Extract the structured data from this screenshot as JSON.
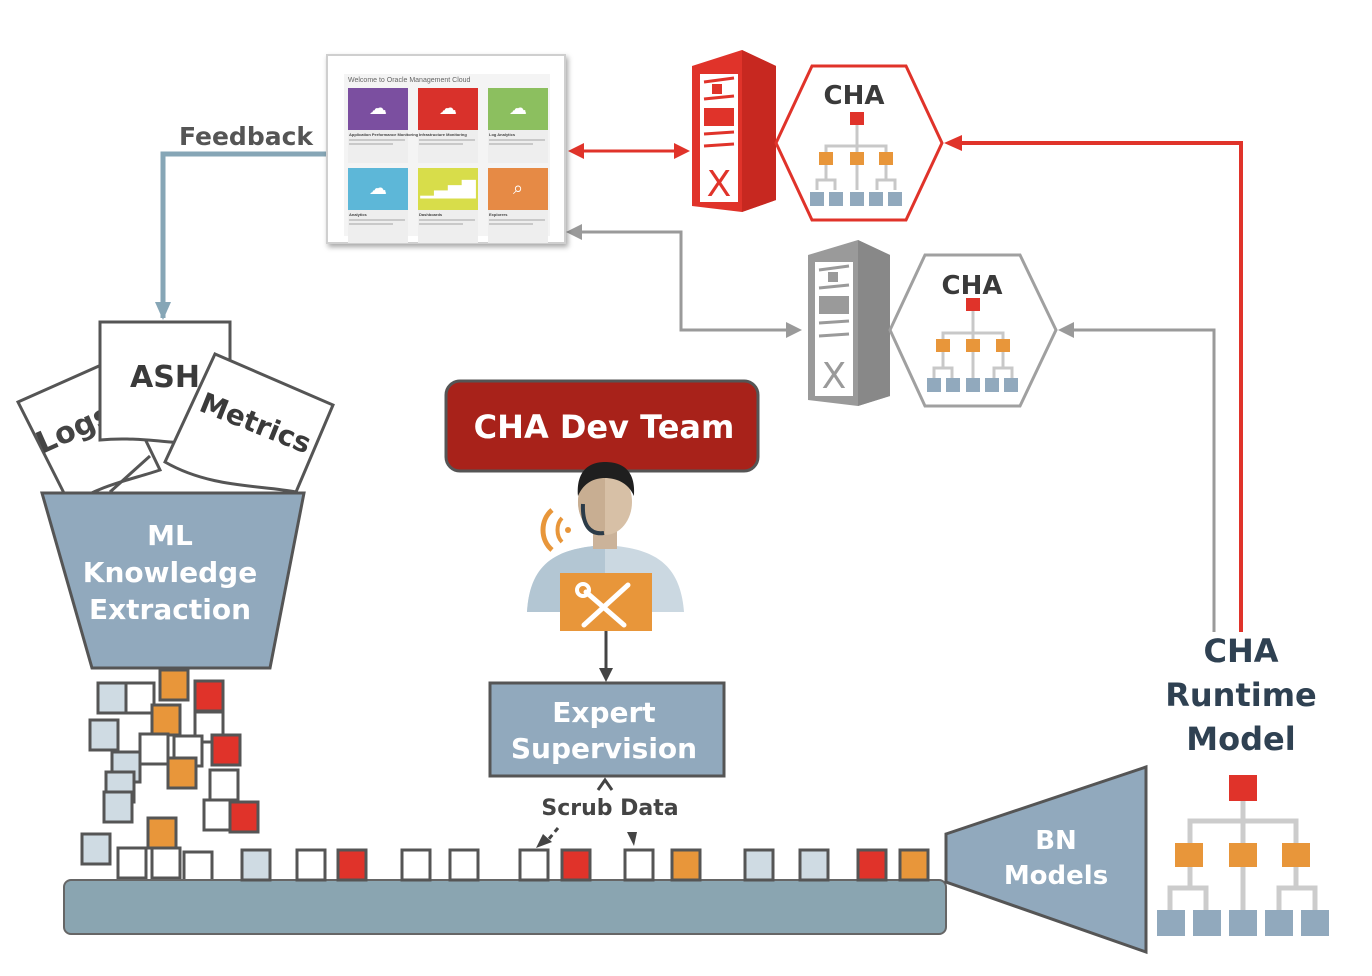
{
  "labels": {
    "feedback": "Feedback",
    "cha_top": "CHA",
    "cha_mid": "CHA",
    "dev_team": "CHA Dev Team",
    "expert_line1": "Expert",
    "expert_line2": "Supervision",
    "scrub_data": "Scrub Data",
    "ml_line1": "ML",
    "ml_line2": "Knowledge",
    "ml_line3": "Extraction",
    "bn_line1": "BN",
    "bn_line2": "Models",
    "runtime_line1": "CHA",
    "runtime_line2": "Runtime",
    "runtime_line3": "Model",
    "doc_logs": "Logs",
    "doc_ash": "ASH",
    "doc_metrics": "Metrics",
    "server_mark": "X"
  },
  "dashboard": {
    "title": "Welcome to Oracle Management Cloud",
    "tiles": [
      {
        "name": "Application Performance Monitoring",
        "color": "#7b4fa0",
        "icon": "cloud-upload-icon"
      },
      {
        "name": "Infrastructure Monitoring",
        "color": "#d9312b",
        "icon": "cloud-monitor-icon"
      },
      {
        "name": "Log Analytics",
        "color": "#8cbf5f",
        "icon": "cloud-log-icon"
      },
      {
        "name": "Analytics",
        "color": "#5db7d8",
        "icon": "cloud-analytics-icon"
      },
      {
        "name": "Dashboards",
        "color": "#d8dd4a",
        "icon": "bar-chart-icon"
      },
      {
        "name": "Explorers",
        "color": "#e68a45",
        "icon": "search-icon"
      }
    ]
  },
  "colors": {
    "red": "#e0332a",
    "dark_red": "#a8221a",
    "orange": "#e8963a",
    "steel": "#91a9bd",
    "light_blue": "#cfdbe3",
    "grey_line": "#9a9a9a",
    "feedback_line": "#86a6b6",
    "belt": "#8aa5b1",
    "text_dark": "#2f4152",
    "text_grey": "#555555"
  },
  "belt_items": [
    "light",
    "white",
    "red",
    "white",
    "white",
    "white",
    "red",
    "white",
    "orange",
    "light",
    "light",
    "red",
    "orange"
  ]
}
